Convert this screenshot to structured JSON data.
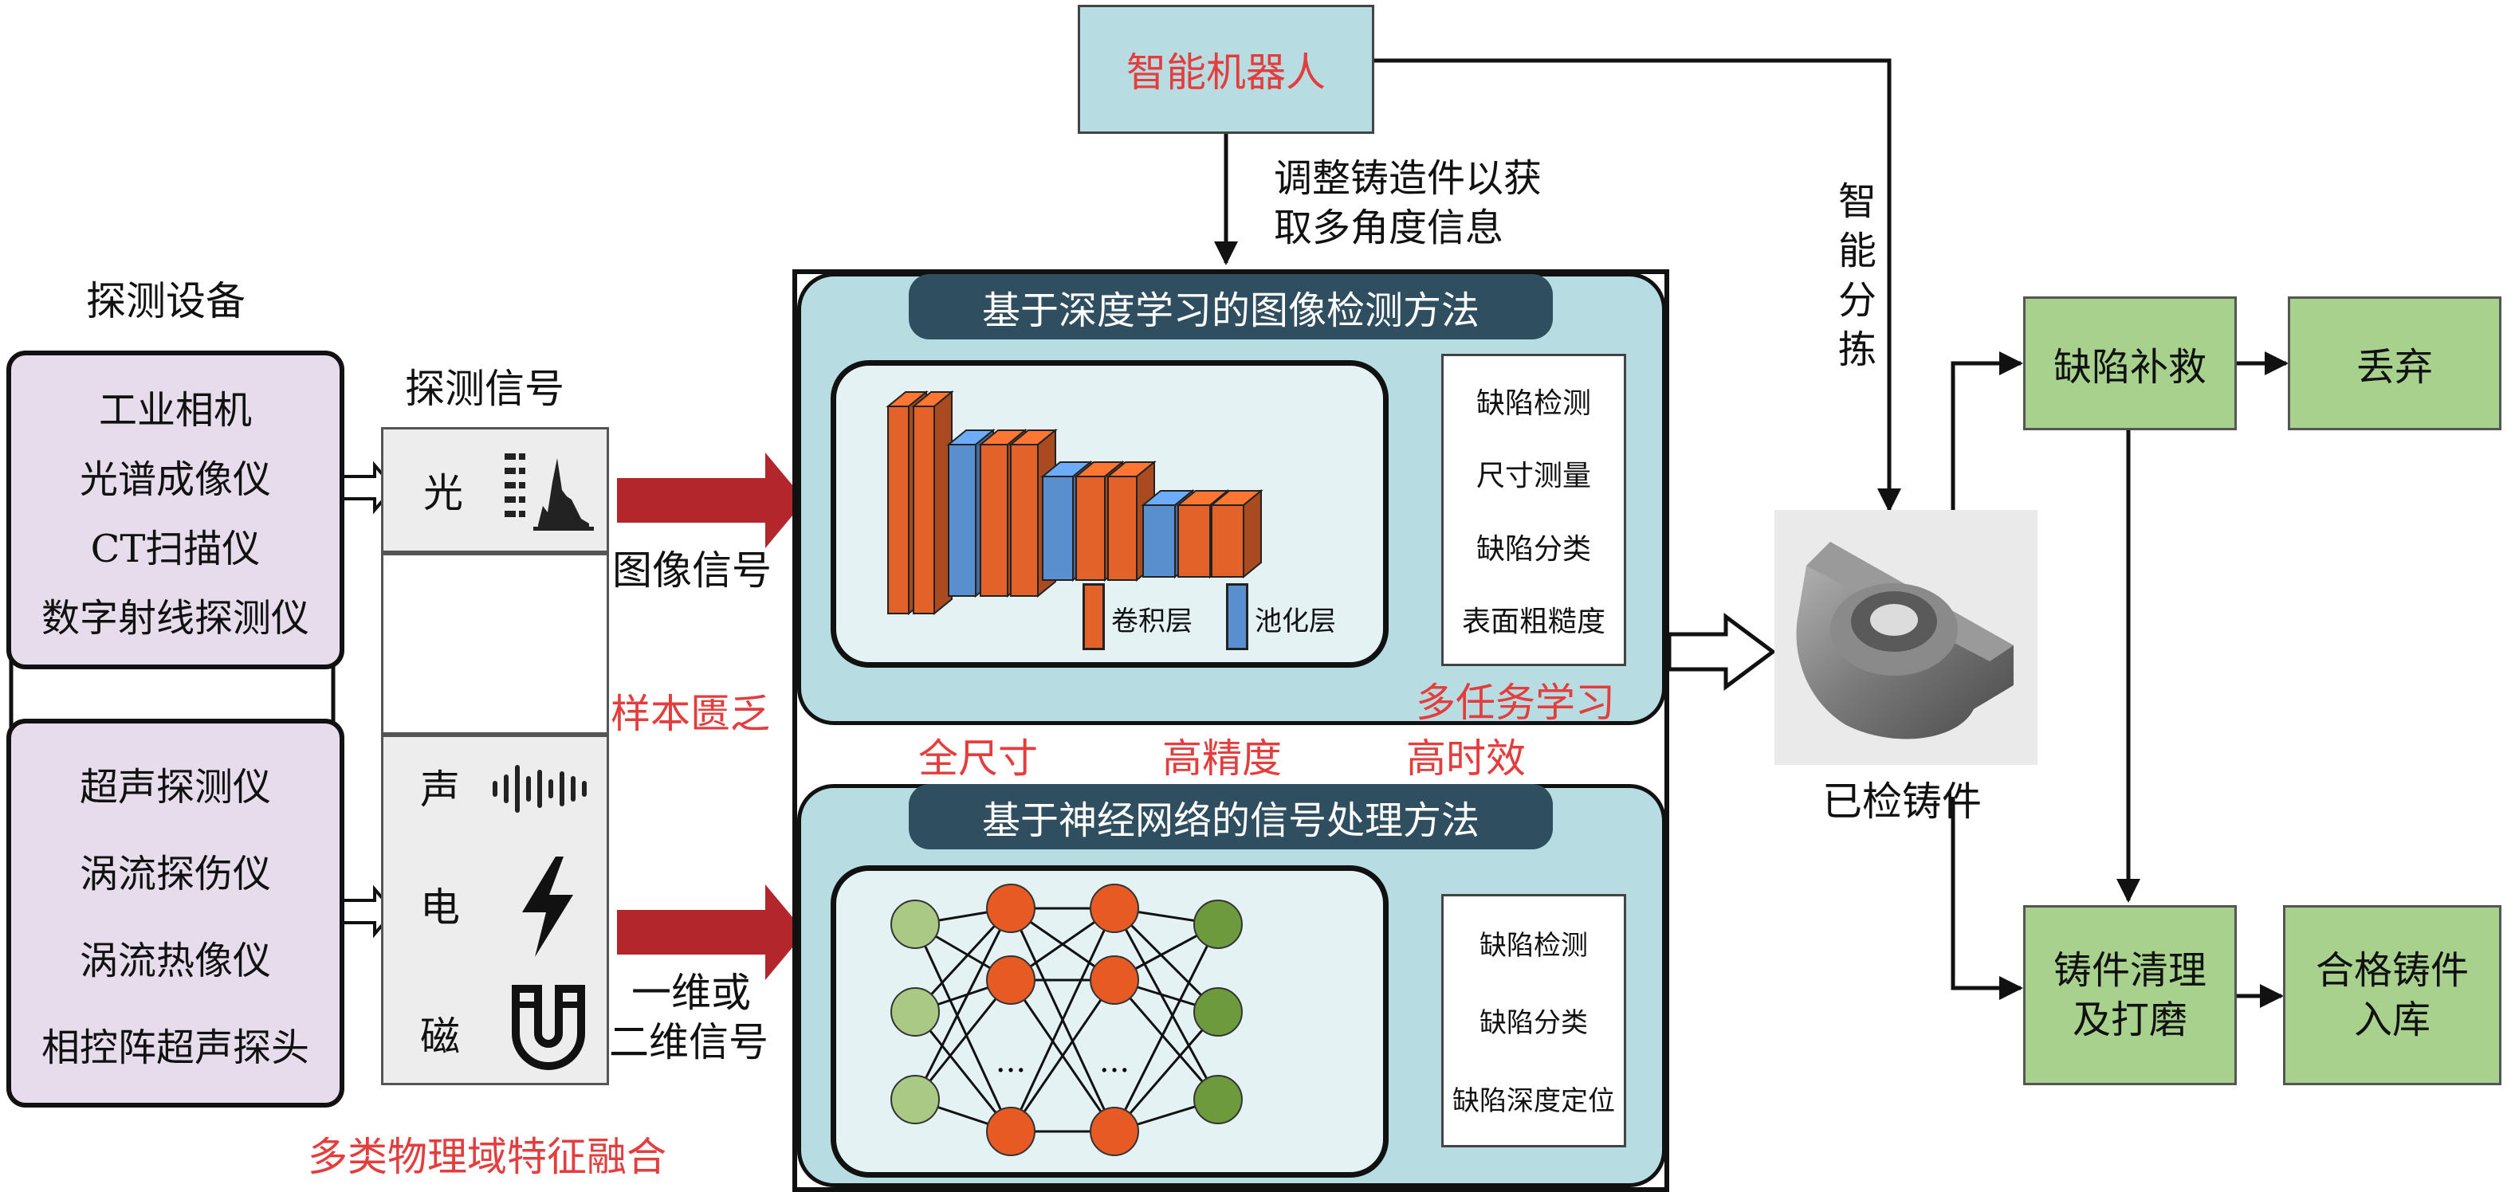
{
  "detection_equipment": {
    "title": "探测设备",
    "group1": [
      "工业相机",
      "光谱成像仪",
      "CT扫描仪",
      "数字射线探测仪"
    ],
    "group2": [
      "超声探测仪",
      "涡流探伤仪",
      "涡流热像仪",
      "相控阵超声探头"
    ]
  },
  "detection_signal": {
    "title": "探测信号",
    "light": "光",
    "sound": "声",
    "electric": "电",
    "magnetic": "磁"
  },
  "labels": {
    "image_signal": "图像信号",
    "sample_scarce": "样本匮乏",
    "one_two_dim_1": "一维或",
    "one_two_dim_2": "二维信号",
    "multi_domain_fusion": "多类物理域特征融合"
  },
  "robot": {
    "label": "智能机器人",
    "adjust_1": "调整铸造件以获",
    "adjust_2": "取多角度信息",
    "sorting": "智能分拣"
  },
  "image_method": {
    "title": "基于深度学习的图像检测方法",
    "outputs": [
      "缺陷检测",
      "尺寸测量",
      "缺陷分类",
      "表面粗糙度"
    ],
    "legend_conv": "卷积层",
    "legend_pool": "池化层",
    "multitask": "多任务学习"
  },
  "middle_labels": [
    "全尺寸",
    "高精度",
    "高时效"
  ],
  "signal_method": {
    "title": "基于神经网络的信号处理方法",
    "outputs": [
      "缺陷检测",
      "缺陷分类",
      "缺陷深度定位"
    ],
    "ellipsis": "..."
  },
  "casting": {
    "label": "已检铸件"
  },
  "flow": {
    "remedy": "缺陷补救",
    "discard": "丢弃",
    "clean_1": "铸件清理",
    "clean_2": "及打磨",
    "qualified_1": "合格铸件",
    "qualified_2": "入库"
  },
  "colors": {
    "conv": "#e2622a",
    "pool": "#5a8fcf",
    "node_green": "#a9c985",
    "node_orange": "#e85a24",
    "node_dark_green": "#6e9a3e",
    "arrow_red": "#b3262b",
    "accent_red": "#e33d3d",
    "box_green": "#a9d18e",
    "box_purple": "#e6dcec",
    "teal": "#b7dde2"
  }
}
